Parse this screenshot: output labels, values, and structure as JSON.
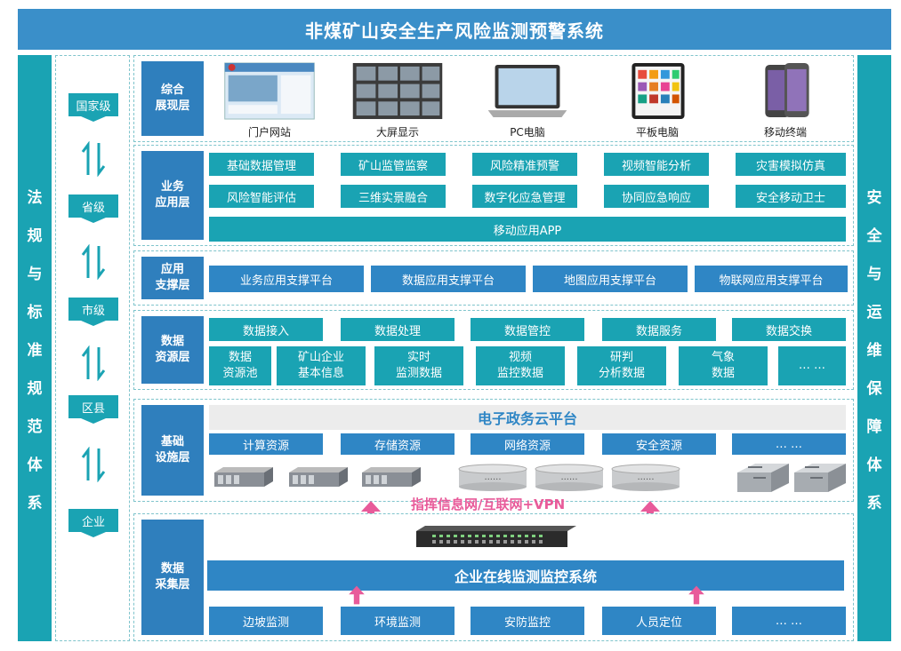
{
  "title": "非煤矿山安全生产风险监测预警系统",
  "left_side": [
    "法",
    "规",
    "与",
    "标",
    "准",
    "规",
    "范",
    "体",
    "系"
  ],
  "right_side": [
    "安",
    "全",
    "与",
    "运",
    "维",
    "保",
    "障",
    "体",
    "系"
  ],
  "levels": [
    "国家级",
    "省级",
    "市级",
    "区县",
    "企业"
  ],
  "display_layer": {
    "label": [
      "综合",
      "展现层"
    ],
    "devices": [
      "门户网站",
      "大屏显示",
      "PC电脑",
      "平板电脑",
      "移动终端"
    ]
  },
  "business_layer": {
    "label": [
      "业务",
      "应用层"
    ],
    "row1": [
      "基础数据管理",
      "矿山监管监察",
      "风险精准预警",
      "视频智能分析",
      "灾害模拟仿真"
    ],
    "row2": [
      "风险智能评估",
      "三维实景融合",
      "数字化应急管理",
      "协同应急响应",
      "安全移动卫士"
    ],
    "app": "移动应用APP"
  },
  "support_layer": {
    "label": [
      "应用",
      "支撑层"
    ],
    "items": [
      "业务应用支撑平台",
      "数据应用支撑平台",
      "地图应用支撑平台",
      "物联网应用支撑平台"
    ]
  },
  "data_layer": {
    "label": [
      "数据",
      "资源层"
    ],
    "row1": [
      "数据接入",
      "数据处理",
      "数据管控",
      "数据服务",
      "数据交换"
    ],
    "row2": [
      [
        "数据",
        "资源池"
      ],
      [
        "矿山企业",
        "基本信息"
      ],
      [
        "实时",
        "监测数据"
      ],
      [
        "视频",
        "监控数据"
      ],
      [
        "研判",
        "分析数据"
      ],
      [
        "气象",
        "数据"
      ],
      [
        "…  …",
        ""
      ]
    ]
  },
  "infra_layer": {
    "label": [
      "基础",
      "设施层"
    ],
    "cloud": "电子政务云平台",
    "resources": [
      "计算资源",
      "存储资源",
      "网络资源",
      "安全资源",
      "…  …"
    ],
    "drum_text": "......"
  },
  "network": "指挥信息网/互联网+VPN",
  "collect_layer": {
    "label": [
      "数据",
      "采集层"
    ],
    "system": "企业在线监测监控系统",
    "items": [
      "边坡监测",
      "环境监测",
      "安防监控",
      "人员定位",
      "…  …"
    ]
  },
  "colors": {
    "title": "#3a8fc9",
    "teal": "#1aa3b3",
    "blue": "#2f86c5",
    "label": "#2f7fbd",
    "accent": "#e85b9a"
  }
}
